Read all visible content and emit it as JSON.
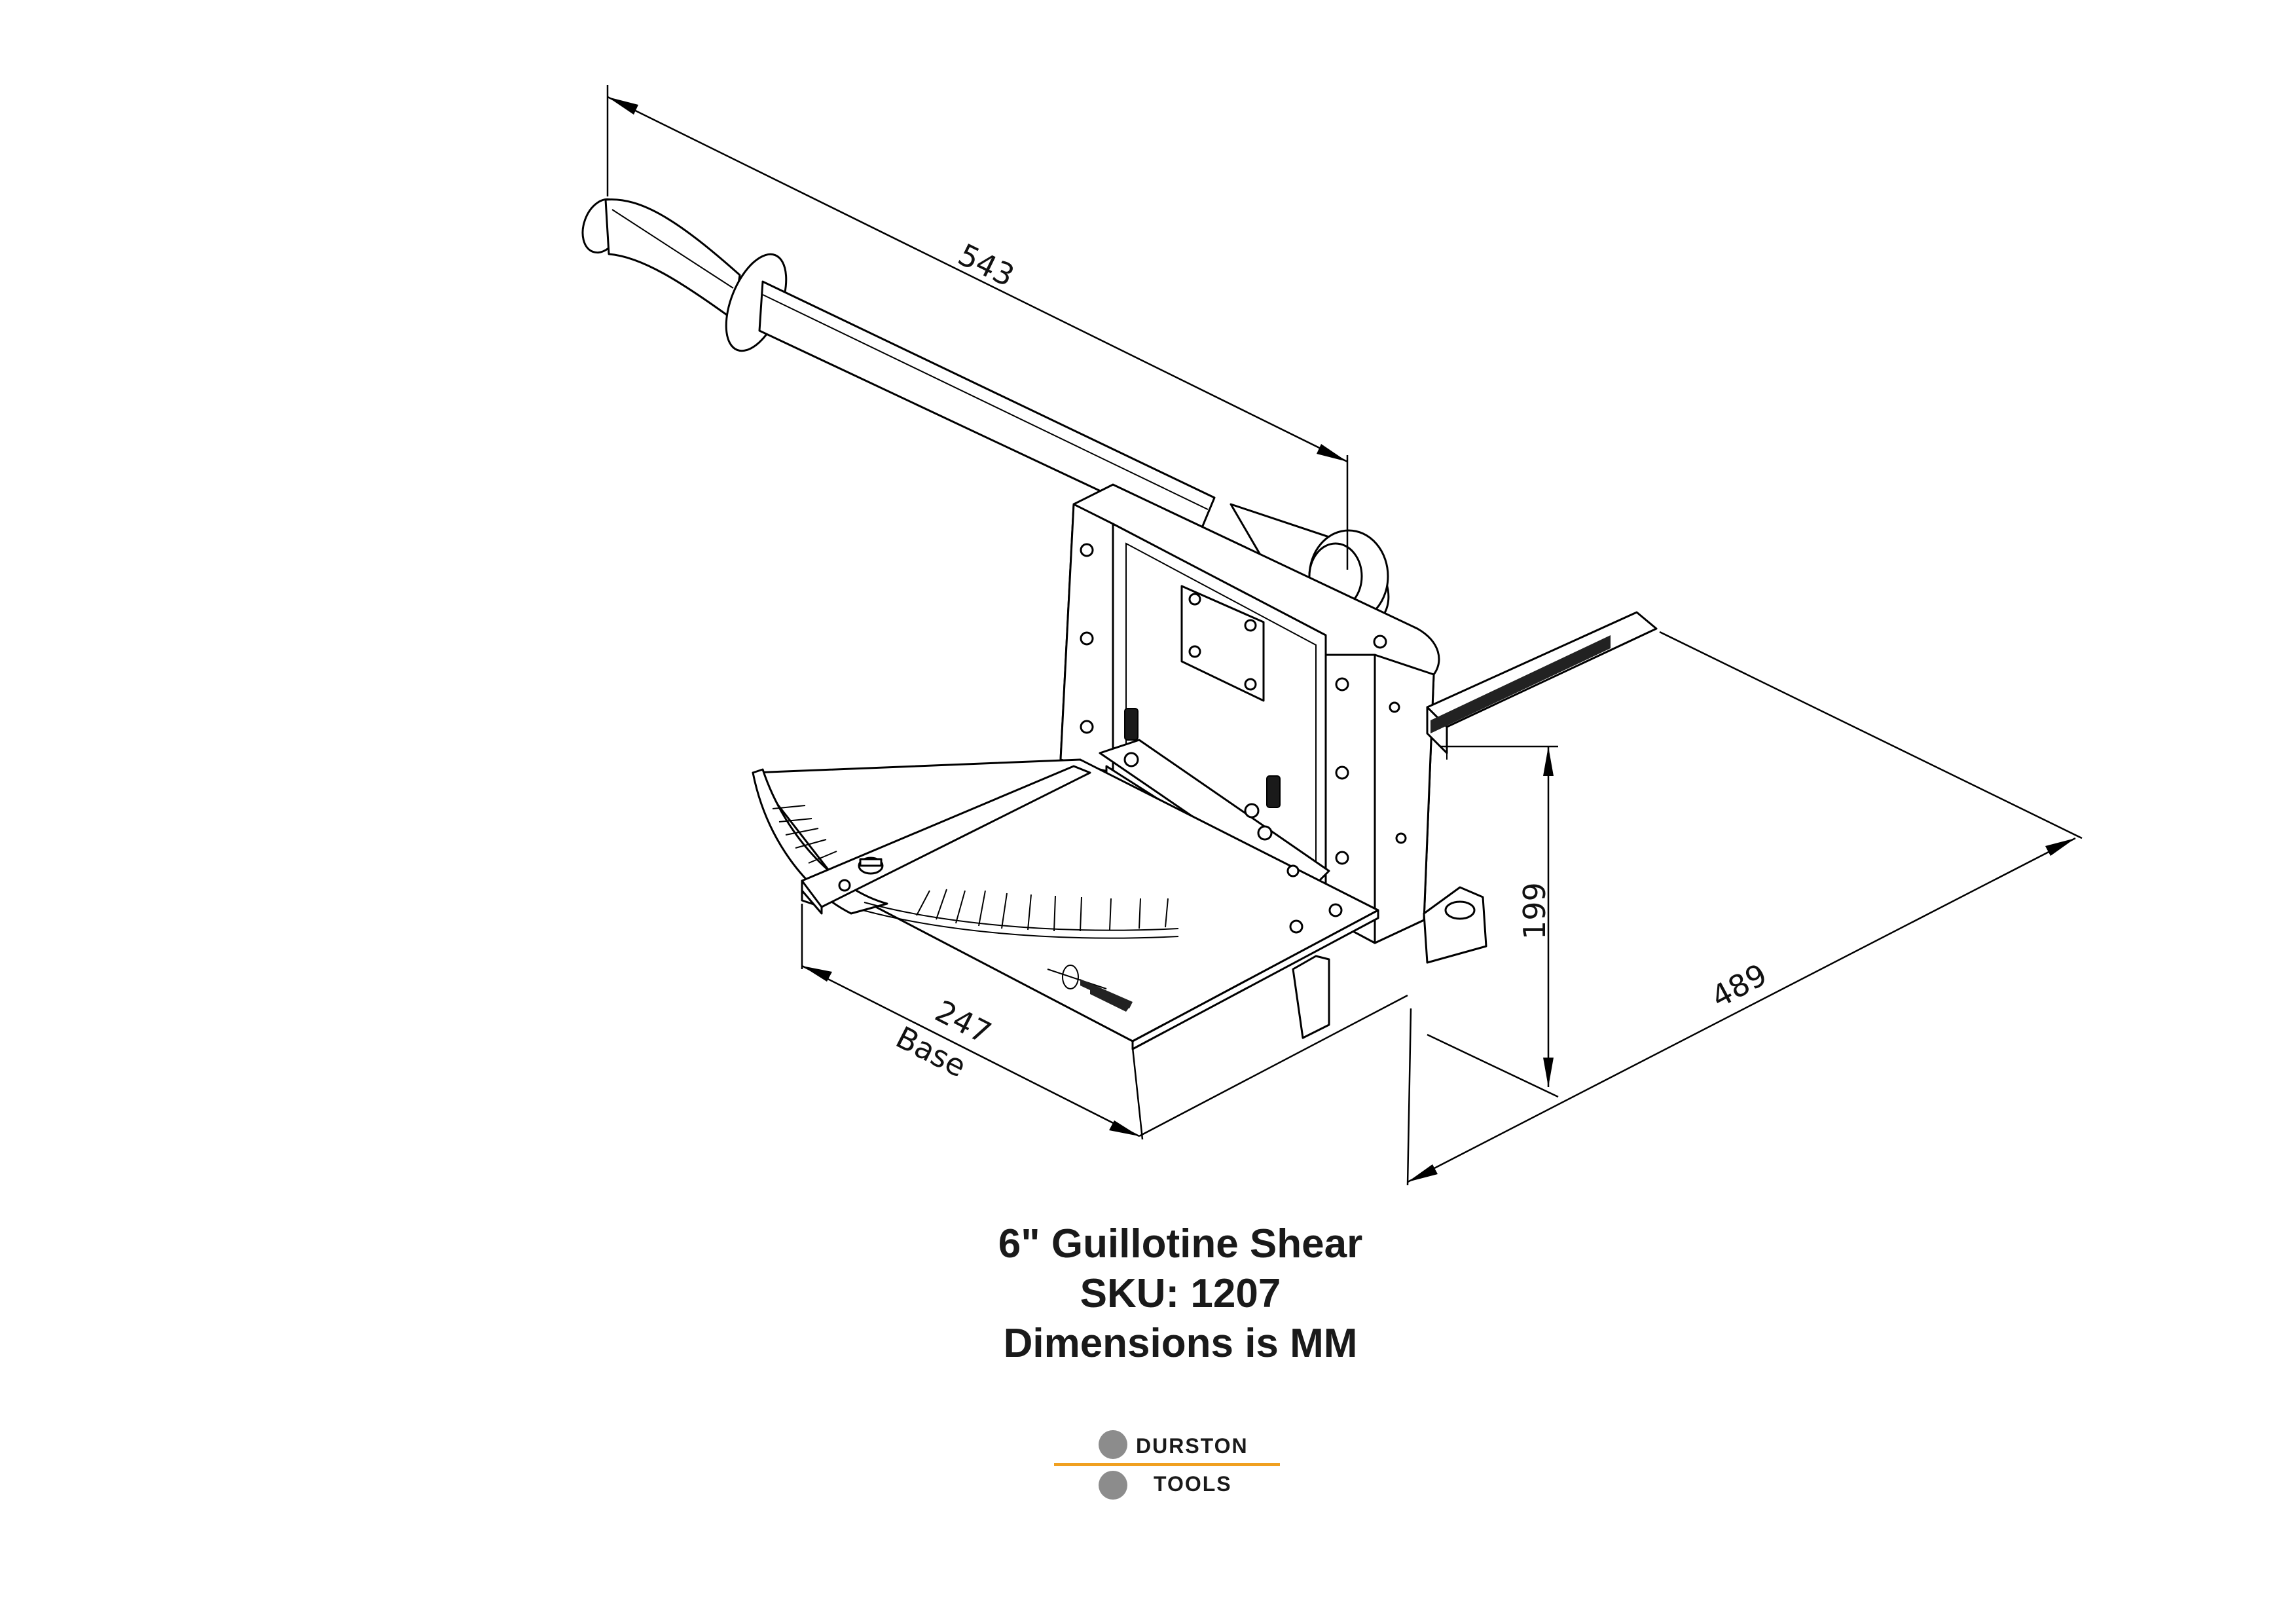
{
  "title": {
    "line1": "6\" Guillotine Shear",
    "line2": "SKU: 1207",
    "line3": "Dimensions is MM"
  },
  "dimensions": {
    "handle_length": "543",
    "height": "199",
    "depth": "489",
    "base_width": "247",
    "base_label": "Base"
  },
  "logo": {
    "word1": "DURSTON",
    "word2": "TOOLS",
    "accent_color": "#f0a020",
    "circle_color": "#8c8c8c"
  }
}
